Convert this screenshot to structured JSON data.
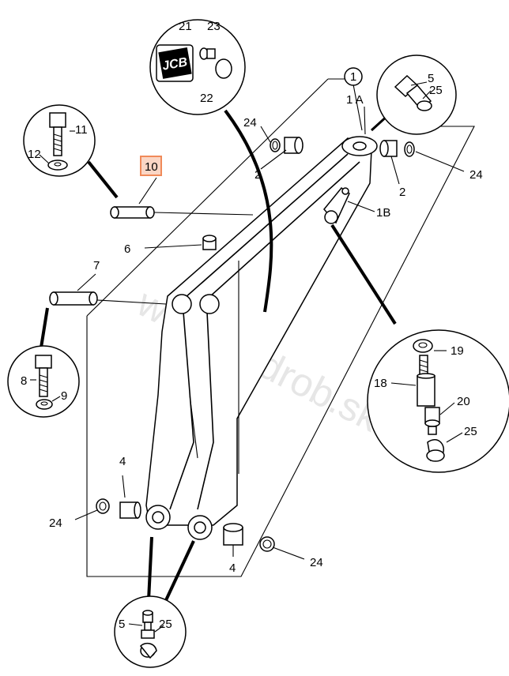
{
  "watermark": "www.hydrob.sk",
  "logo": {
    "text": "JCB"
  },
  "labels": {
    "l1": "1",
    "l1A": "1 A",
    "l1B": "1B",
    "l2a": "2",
    "l2b": "2",
    "l4a": "4",
    "l4b": "4",
    "l5a": "5",
    "l5b": "5",
    "l6": "6",
    "l7": "7",
    "l8": "8",
    "l9": "9",
    "l10": "10",
    "l11": "11",
    "l12": "12",
    "l18": "18",
    "l19": "19",
    "l20": "20",
    "l21": "21",
    "l22": "22",
    "l23": "23",
    "l24a": "24",
    "l24b": "24",
    "l24c": "24",
    "l24d": "24",
    "l25a": "25",
    "l25b": "25",
    "l25c": "25"
  },
  "highlight_color": "#f08a5a"
}
